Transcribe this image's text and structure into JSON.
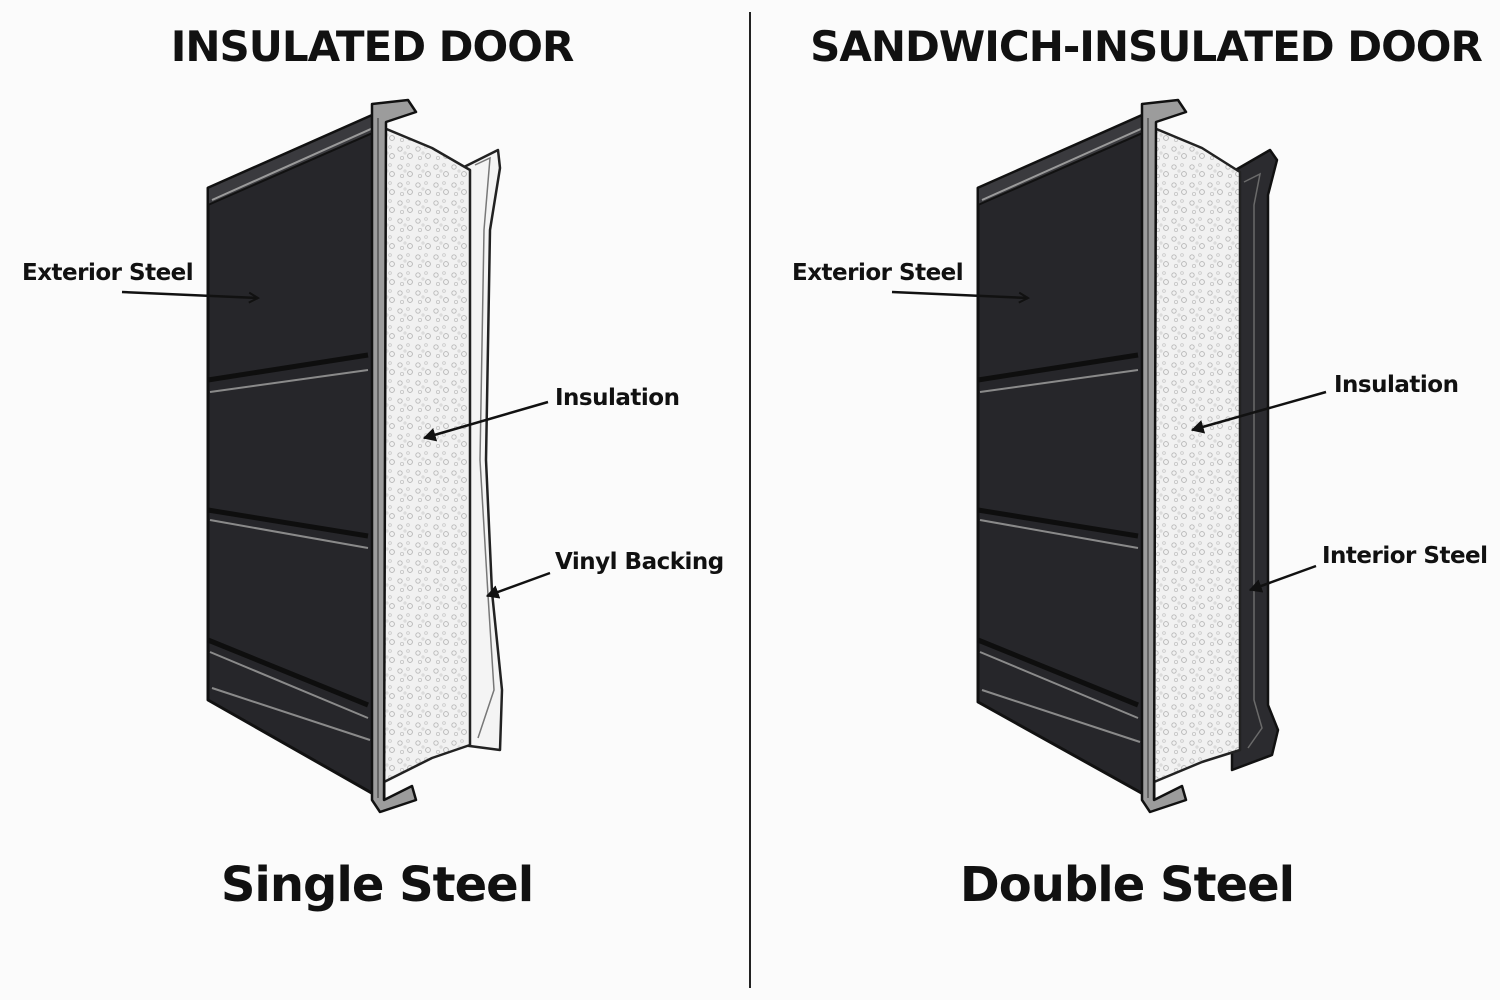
{
  "panels": [
    {
      "title": "INSULATED DOOR",
      "subtitle": "Single Steel",
      "labels": {
        "exterior": "Exterior Steel",
        "insulation": "Insulation",
        "backing": "Vinyl Backing"
      }
    },
    {
      "title": "SANDWICH-INSULATED DOOR",
      "subtitle": "Double Steel",
      "labels": {
        "exterior": "Exterior Steel",
        "insulation": "Insulation",
        "backing": "Interior Steel"
      }
    }
  ],
  "colors": {
    "steel": "#26262a",
    "steel_edge": "#111111",
    "groove_light": "#8a8a8a",
    "insulation": "#f1f1f1",
    "vinyl": "#f4f4f4",
    "interior_steel": "#2b2b2f",
    "background": "#fbfbfb"
  }
}
